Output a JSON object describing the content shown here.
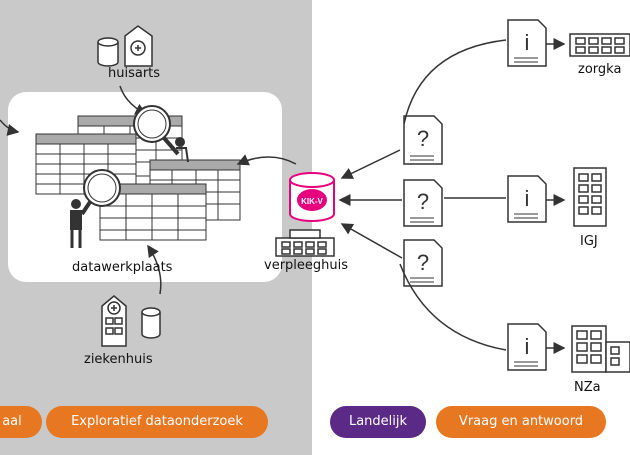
{
  "labels": {
    "huisarts": "huisarts",
    "datawerkplaats": "datawerkplaats",
    "ziekenhuis": "ziekenhuis",
    "verpleeghuis": "verpleeghuis",
    "zorgkantoor": "zorgka",
    "igj": "IGJ",
    "nza": "NZa",
    "kikv": "KIK-V",
    "question": "?",
    "info": "i"
  },
  "pills": {
    "regional_partial": "aal",
    "exploratory": "Exploratief dataonderzoek",
    "national": "Landelijk",
    "qa": "Vraag en antwoord"
  },
  "colors": {
    "orange": "#e87722",
    "purple": "#5b2a86",
    "pink": "#e6007e",
    "panel_grey": "#c9c9c9"
  }
}
